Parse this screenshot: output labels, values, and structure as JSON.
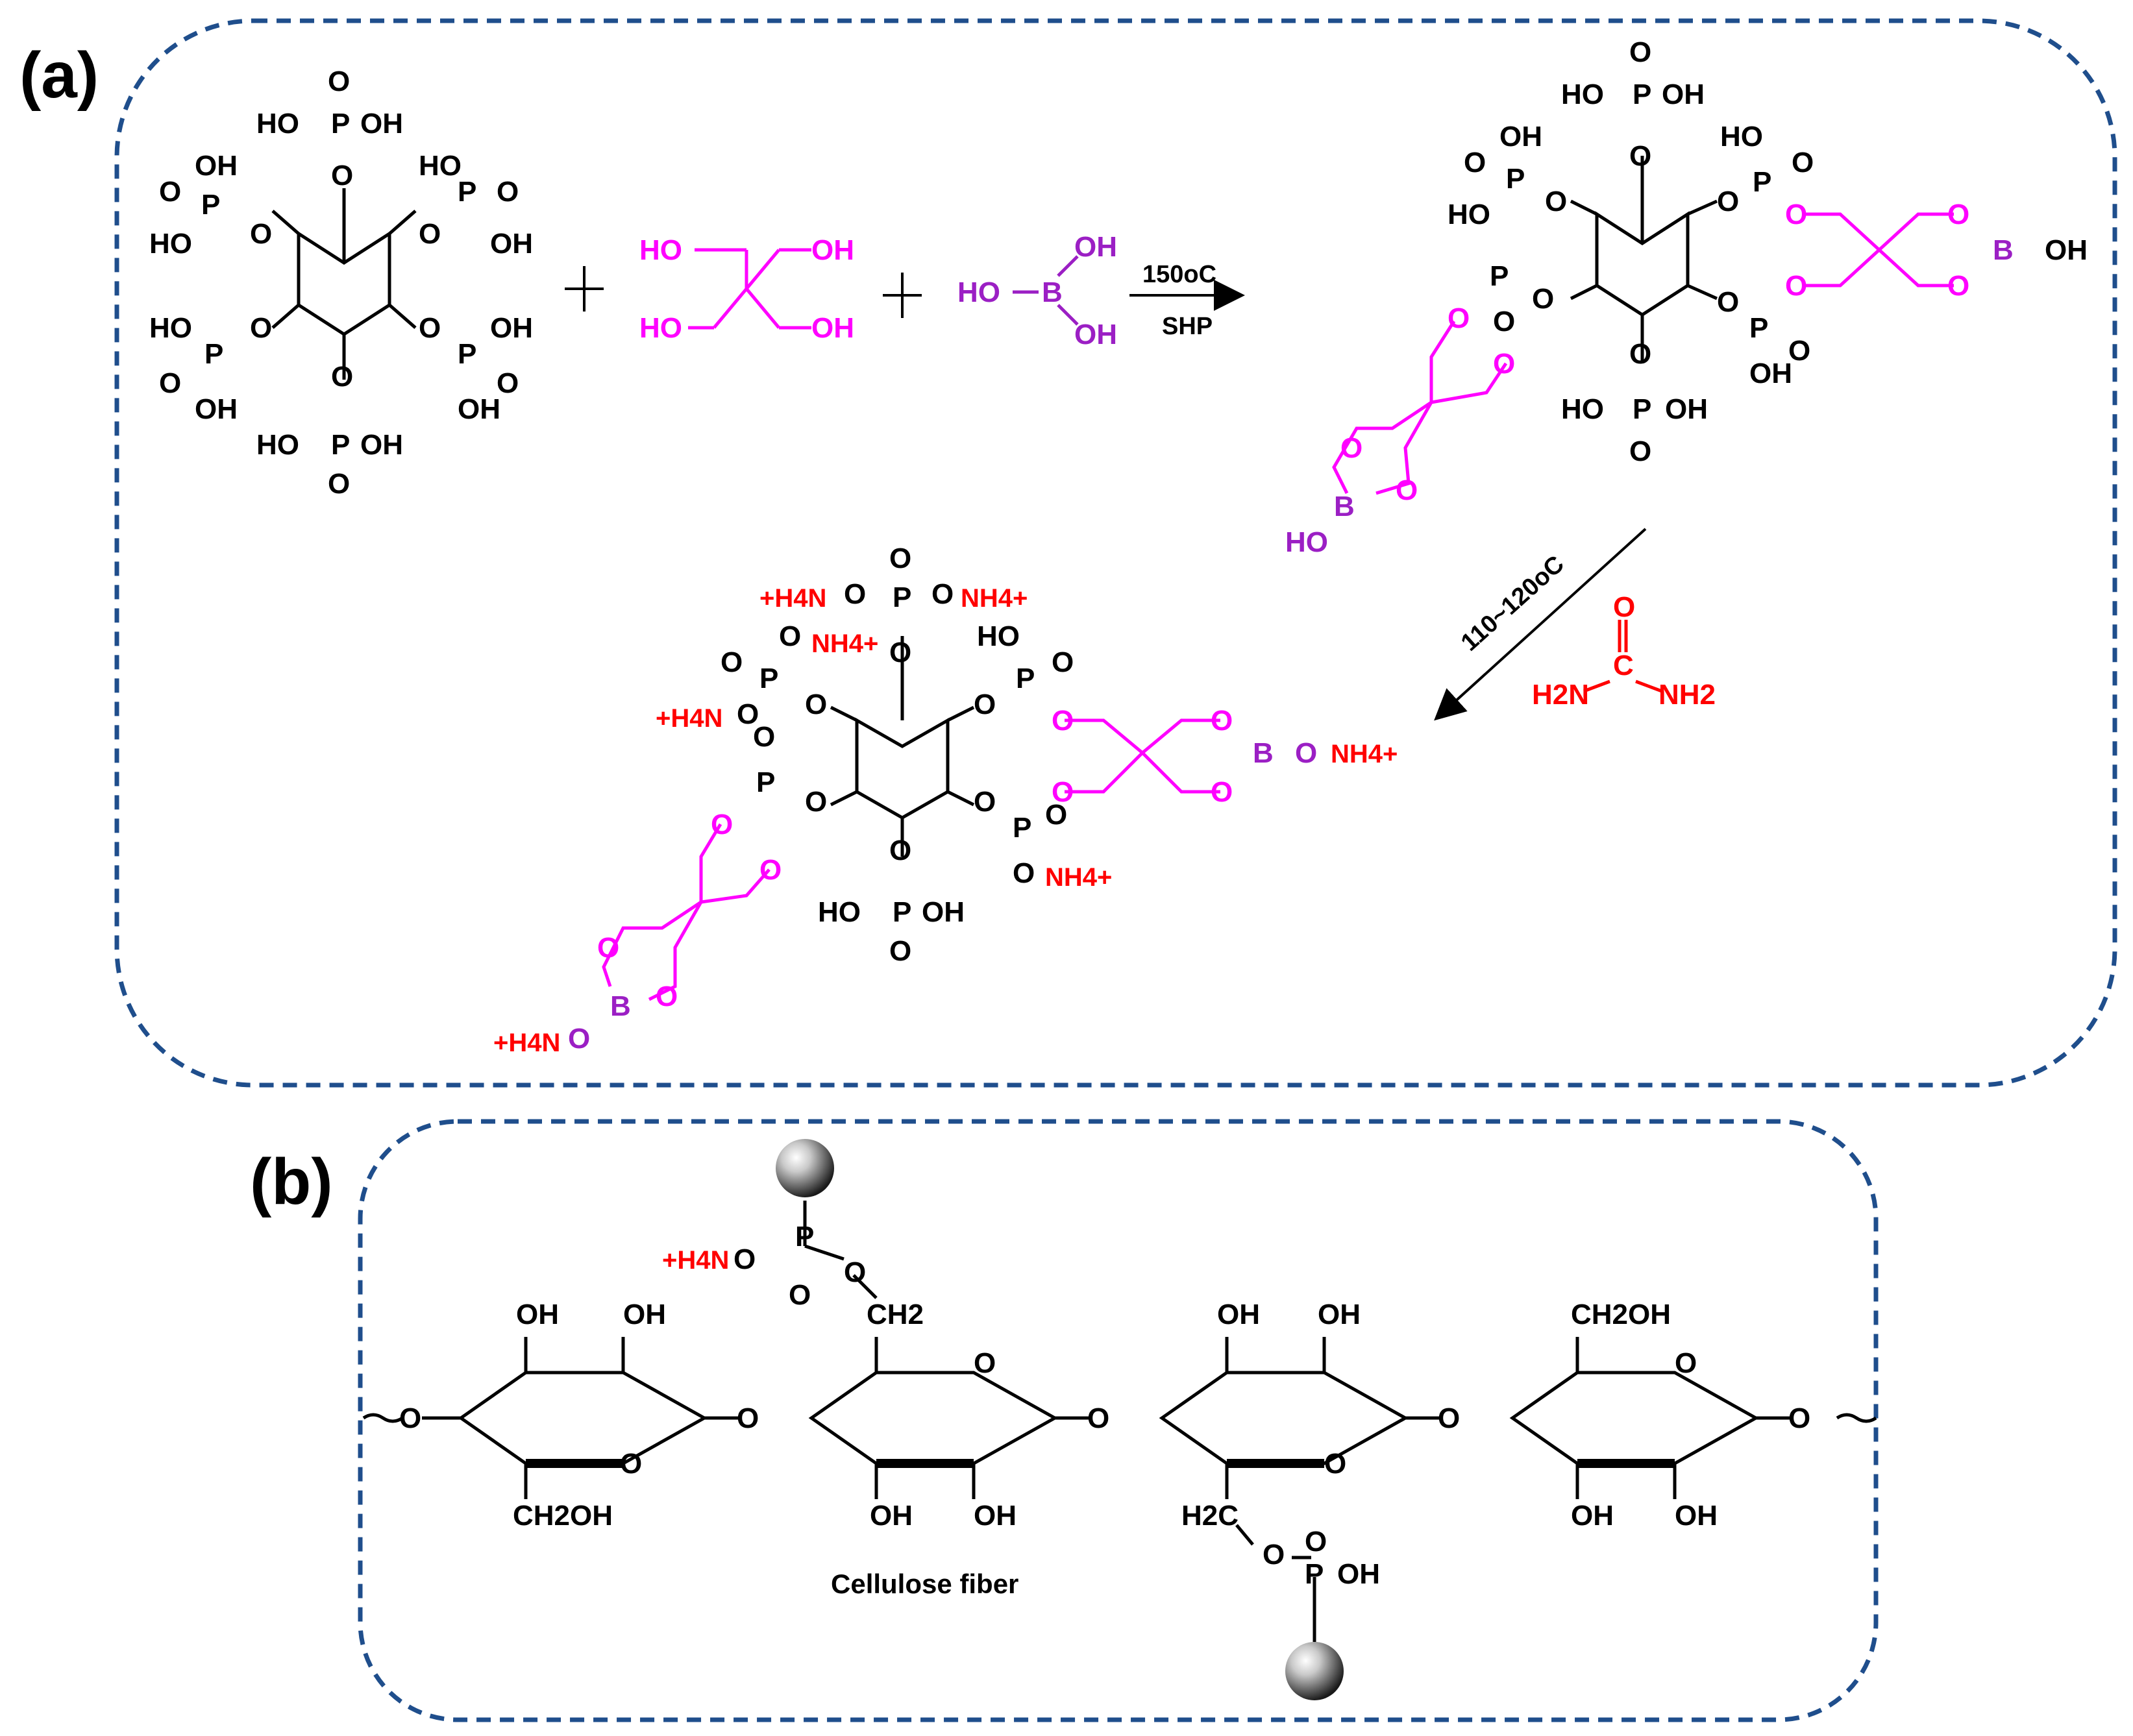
{
  "panels": {
    "a": {
      "label": "(a)"
    },
    "b": {
      "label": "(b)"
    }
  },
  "reagents": {
    "pentaerythritol": [
      "HO",
      "OH",
      "HO",
      "OH"
    ],
    "boric_acid": [
      "HO",
      "B",
      "OH",
      "OH"
    ],
    "urea": [
      "O",
      "C",
      "H2N",
      "NH2"
    ]
  },
  "conditions": {
    "step1_temperature": "150oC",
    "step1_catalyst": "SHP",
    "step2_temperature": "110~120oC"
  },
  "cellulose": {
    "caption": "Cellulose fiber"
  },
  "colors": {
    "frame": "#1f4e8c",
    "pentaerythritol": "#ff00ff",
    "boron": "#9b1fc4",
    "ammonium": "#ff0000",
    "black": "#000000"
  }
}
